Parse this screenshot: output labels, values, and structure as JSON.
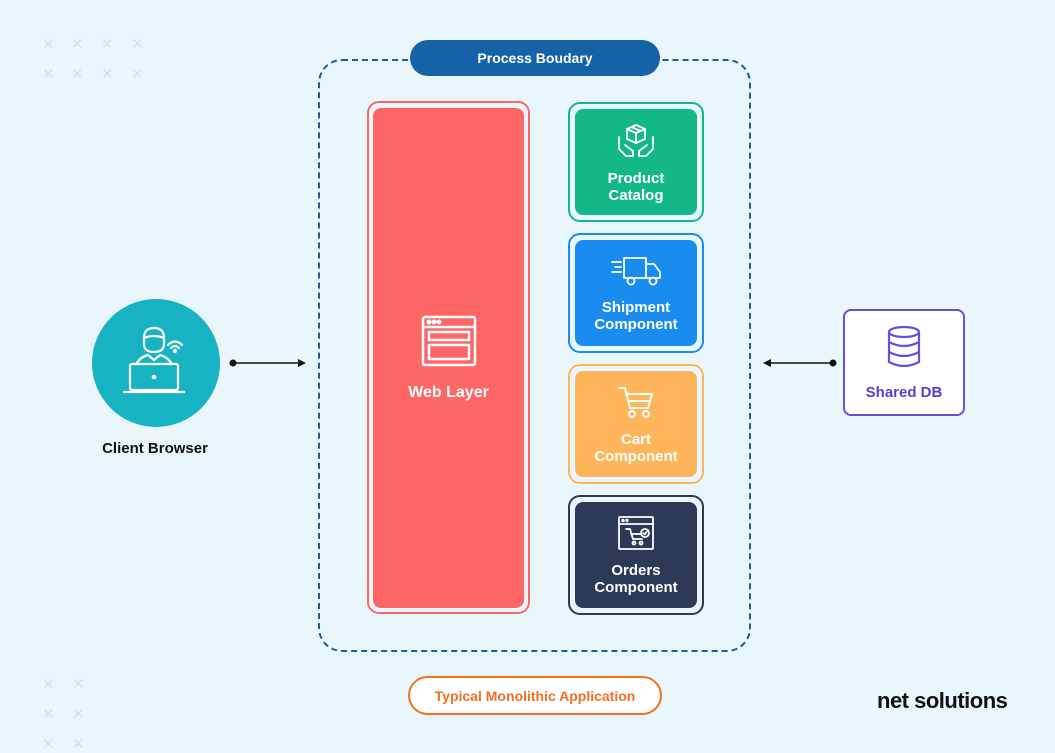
{
  "boundary": {
    "label": "Process Boudary"
  },
  "web_layer": {
    "label": "Web Layer",
    "icon": "browser-window-icon"
  },
  "components": [
    {
      "key": "product-catalog",
      "line1": "Product",
      "line2": "Catalog",
      "icon": "hands-box-icon",
      "color": "#14b886"
    },
    {
      "key": "shipment",
      "line1": "Shipment",
      "line2": "Component",
      "icon": "delivery-truck-icon",
      "color": "#1a8cf0"
    },
    {
      "key": "cart",
      "line1": "Cart",
      "line2": "Component",
      "icon": "shopping-cart-icon",
      "color": "#ffb55a"
    },
    {
      "key": "orders",
      "line1": "Orders",
      "line2": "Component",
      "icon": "web-cart-order-icon",
      "color": "#2c3957"
    }
  ],
  "client": {
    "label": "Client Browser",
    "icon": "user-laptop-icon"
  },
  "database": {
    "label": "Shared DB",
    "icon": "database-icon"
  },
  "footer": {
    "app_label": "Typical Monolithic Application",
    "brand": "net solutions"
  },
  "colors": {
    "background": "#e9f7fd",
    "boundary": "#1662a6",
    "web_layer": "#ff6666",
    "client": "#17b3c2",
    "database": "#6a4ed9",
    "accent": "#f37021"
  }
}
